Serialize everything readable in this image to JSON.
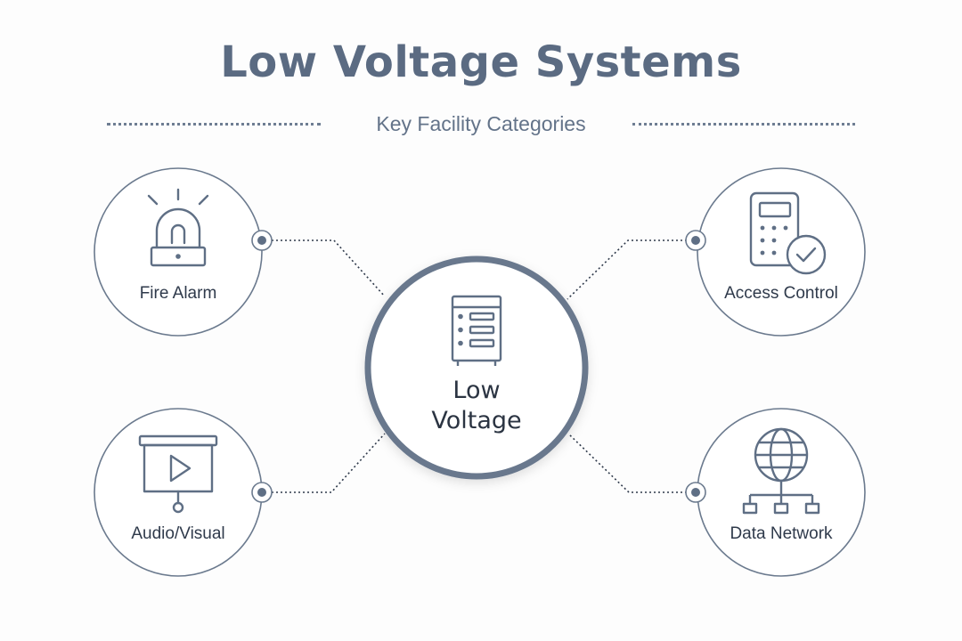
{
  "header": {
    "title": "Low Voltage Systems",
    "subtitle": "Key Facility Categories"
  },
  "center": {
    "line1": "Low",
    "line2": "Voltage",
    "icon": "server-rack-icon"
  },
  "nodes": [
    {
      "id": "fire-alarm",
      "label": "Fire Alarm",
      "icon": "siren-icon"
    },
    {
      "id": "access-control",
      "label": "Access Control",
      "icon": "keypad-check-icon"
    },
    {
      "id": "audio-visual",
      "label": "Audio/Visual",
      "icon": "projector-screen-play-icon"
    },
    {
      "id": "data-network",
      "label": "Data Network",
      "icon": "globe-network-icon"
    }
  ],
  "colors": {
    "title": "#5b6b82",
    "stroke": "#5f6f85",
    "center_ring": "#69788d",
    "text": "#2f3a4b"
  }
}
